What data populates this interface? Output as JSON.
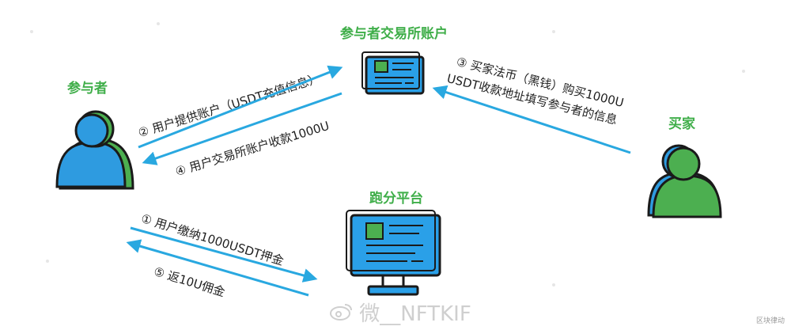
{
  "labels": {
    "participant": "参与者",
    "exchange_account": "参与者交易所账户",
    "buyer": "买家",
    "platform": "跑分平台"
  },
  "steps": {
    "s1": "① 用户缴纳1000USDT押金",
    "s2": "② 用户提供账户（USDT充值信息）",
    "s3_line1": "③ 买家法币（黑钱）购买1000U",
    "s3_line2": "USDT收款地址填写参与者的信息",
    "s4": "④ 用户交易所账户收款1000U",
    "s5": "⑤ 返10U佣金"
  },
  "watermark": {
    "text": "微__NFTKIF",
    "corner": "区块律动"
  },
  "colors": {
    "arrow": "#29a8e0",
    "label_green": "#3fae49",
    "person_blue": "#2e9be0",
    "person_green": "#4caf50",
    "screen_blue": "#2aa0e8",
    "outline": "#1a1a1a"
  }
}
